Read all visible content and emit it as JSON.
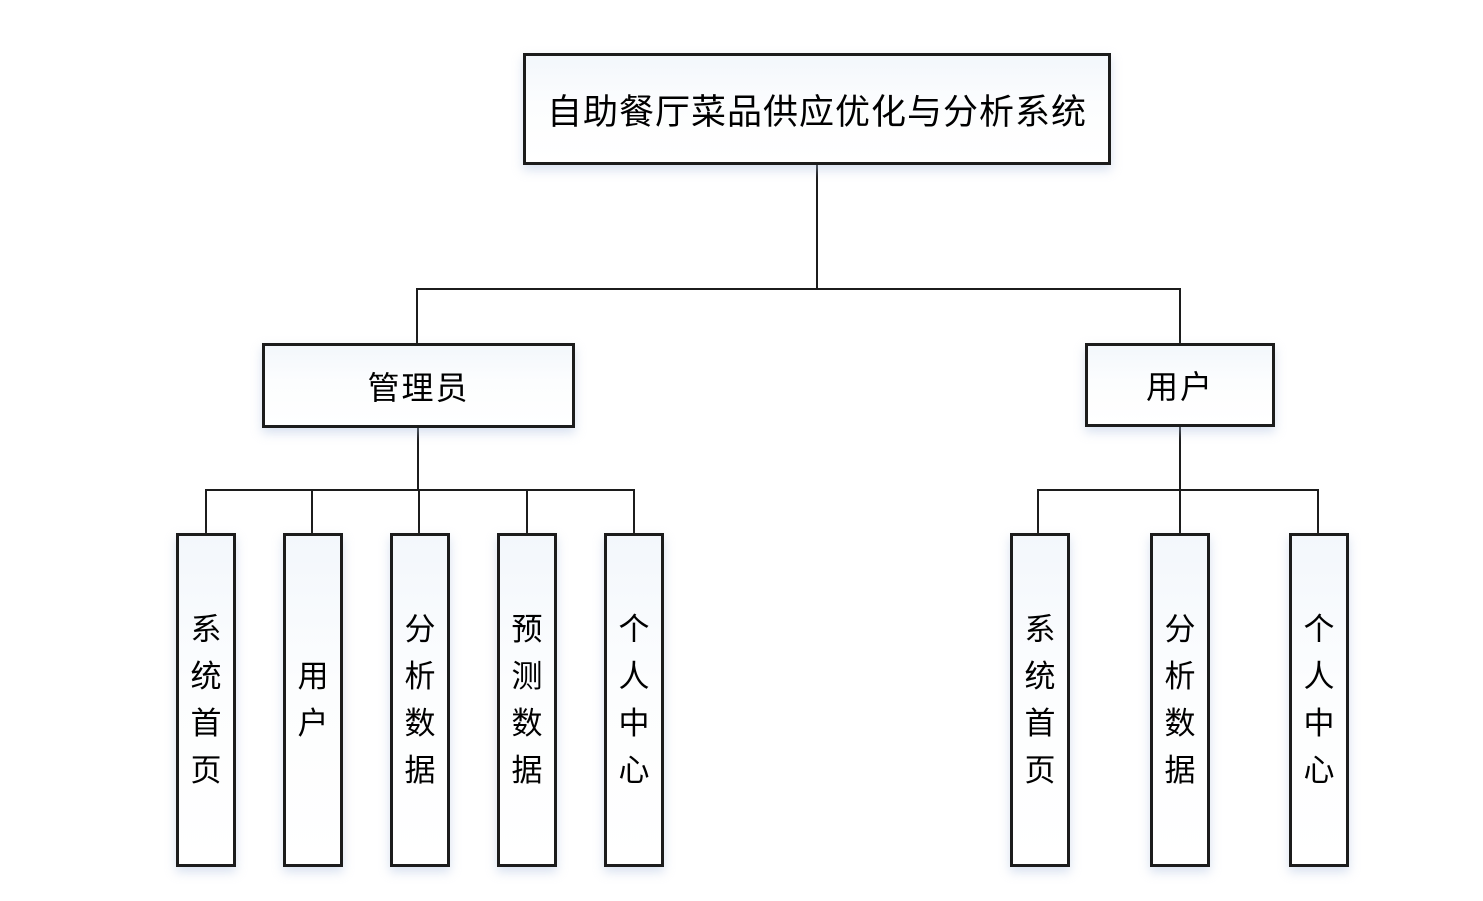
{
  "diagram": {
    "type": "hierarchy",
    "title": "自助餐厅菜品供应优化与分析系统",
    "branches": [
      {
        "label": "管理员",
        "children": [
          "系统首页",
          "用户",
          "分析数据",
          "预测数据",
          "个人中心"
        ]
      },
      {
        "label": "用户",
        "children": [
          "系统首页",
          "分析数据",
          "个人中心"
        ]
      }
    ],
    "colors": {
      "background": "#ffffff",
      "line": "#1c1c1c",
      "box_border": "#1c1c1c",
      "box_fill_top_tint": "#f3f7fc",
      "box_fill": "#ffffff",
      "box_shadow": "rgba(168,188,222,0.45)",
      "text": "#000000"
    }
  }
}
